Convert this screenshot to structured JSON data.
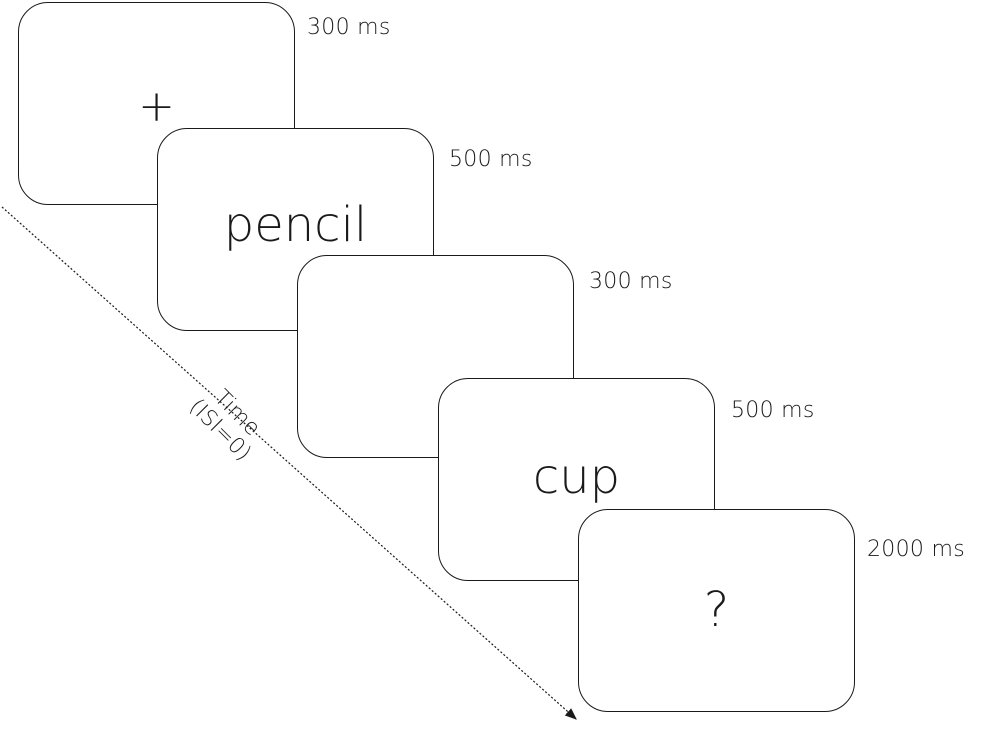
{
  "screens": [
    {
      "stimulus": "+",
      "duration": "300 ms"
    },
    {
      "stimulus": "pencil",
      "duration": "500 ms"
    },
    {
      "stimulus": "",
      "duration": "300 ms"
    },
    {
      "stimulus": "cup",
      "duration": "500 ms"
    },
    {
      "stimulus": "?",
      "duration": "2000 ms"
    }
  ],
  "timeline": {
    "label": "Time",
    "sublabel": "(ISI=0)"
  }
}
